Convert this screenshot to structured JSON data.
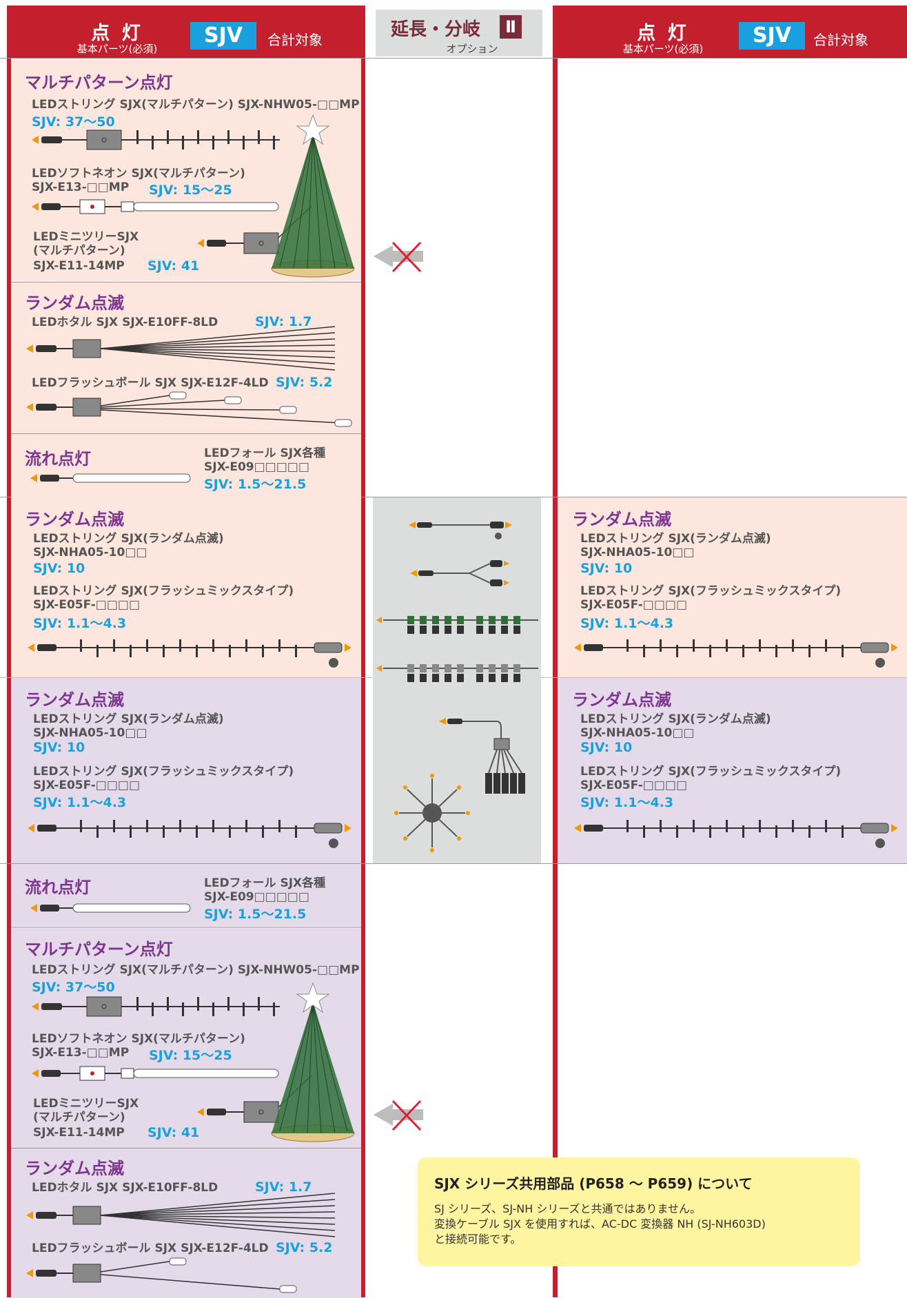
{
  "header": {
    "left": {
      "title": "点 灯",
      "subtitle": "基本パーツ(必須)",
      "badge": "SJV",
      "target": "合計対象"
    },
    "middle": {
      "title": "延長・分岐",
      "numeral": "Ⅱ",
      "subtitle": "オプション"
    },
    "right": {
      "title": "点 灯",
      "subtitle": "基本パーツ(必須)",
      "badge": "SJV",
      "target": "合計対象"
    }
  },
  "left": {
    "multi1": {
      "title": "マルチパターン点灯",
      "p1": "LEDストリング SJX(マルチパターン) SJX-NHW05-□□MP",
      "p1_sjv": "SJV: 37〜50",
      "p2a": "LEDソフトネオン SJX(マルチパターン)",
      "p2b": "SJX-E13-□□MP",
      "p2_sjv": "SJV: 15〜25",
      "p3a": "LEDミニツリーSJX",
      "p3b": "(マルチパターン)",
      "p3c": "SJX-E11-14MP",
      "p3_sjv": "SJV: 41"
    },
    "random1": {
      "title": "ランダム点滅",
      "p1": "LEDホタル SJX SJX-E10FF-8LD",
      "p1_sjv": "SJV: 1.7",
      "p2": "LEDフラッシュボール SJX SJX-E12F-4LD",
      "p2_sjv": "SJV: 5.2"
    },
    "flow1": {
      "title": "流れ点灯",
      "p1a": "LEDフォール SJX各種",
      "p1b": "SJX-E09□□□□□",
      "p1_sjv": "SJV: 1.5〜21.5"
    },
    "random2": {
      "title": "ランダム点滅",
      "p1a": "LEDストリング SJX(ランダム点滅)",
      "p1b": "SJX-NHA05-10□□",
      "p1_sjv": "SJV: 10",
      "p2a": "LEDストリング SJX(フラッシュミックスタイプ)",
      "p2b": "SJX-E05F-□□□□",
      "p2_sjv": "SJV: 1.1〜4.3"
    },
    "random3": {
      "title": "ランダム点滅",
      "p1a": "LEDストリング SJX(ランダム点滅)",
      "p1b": "SJX-NHA05-10□□",
      "p1_sjv": "SJV: 10",
      "p2a": "LEDストリング SJX(フラッシュミックスタイプ)",
      "p2b": "SJX-E05F-□□□□",
      "p2_sjv": "SJV: 1.1〜4.3"
    },
    "flow2": {
      "title": "流れ点灯",
      "p1a": "LEDフォール SJX各種",
      "p1b": "SJX-E09□□□□□",
      "p1_sjv": "SJV: 1.5〜21.5"
    },
    "multi2": {
      "title": "マルチパターン点灯",
      "p1": "LEDストリング SJX(マルチパターン) SJX-NHW05-□□MP",
      "p1_sjv": "SJV: 37〜50",
      "p2a": "LEDソフトネオン SJX(マルチパターン)",
      "p2b": "SJX-E13-□□MP",
      "p2_sjv": "SJV: 15〜25",
      "p3a": "LEDミニツリーSJX",
      "p3b": "(マルチパターン)",
      "p3c": "SJX-E11-14MP",
      "p3_sjv": "SJV: 41"
    },
    "random4": {
      "title": "ランダム点滅",
      "p1": "LEDホタル SJX SJX-E10FF-8LD",
      "p1_sjv": "SJV: 1.7",
      "p2": "LEDフラッシュボール SJX SJX-E12F-4LD",
      "p2_sjv": "SJV: 5.2"
    }
  },
  "right": {
    "random1": {
      "title": "ランダム点滅",
      "p1a": "LEDストリング SJX(ランダム点滅)",
      "p1b": "SJX-NHA05-10□□",
      "p1_sjv": "SJV: 10",
      "p2a": "LEDストリング SJX(フラッシュミックスタイプ)",
      "p2b": "SJX-E05F-□□□□",
      "p2_sjv": "SJV: 1.1〜4.3"
    },
    "random2": {
      "title": "ランダム点滅",
      "p1a": "LEDストリング SJX(ランダム点滅)",
      "p1b": "SJX-NHA05-10□□",
      "p1_sjv": "SJV: 10",
      "p2a": "LEDストリング SJX(フラッシュミックスタイプ)",
      "p2b": "SJX-E05F-□□□□",
      "p2_sjv": "SJV: 1.1〜4.3"
    }
  },
  "note": {
    "title": "SJX シリーズ共用部品 (P658 〜 P659) について",
    "line1": "SJ シリーズ、SJ-NH シリーズと共通ではありません。",
    "line2": "変換ケーブル SJX を使用すれば、AC-DC 変換器 NH (SJ-NH603D)",
    "line3": "と接続可能です。"
  },
  "colors": {
    "red": "#c41f2e",
    "blue": "#1aa0dc",
    "purple": "#7e3592",
    "pink": "#fde6dd",
    "lavender": "#e5daea",
    "note": "#fff5a0",
    "arrow": "#f39800"
  }
}
